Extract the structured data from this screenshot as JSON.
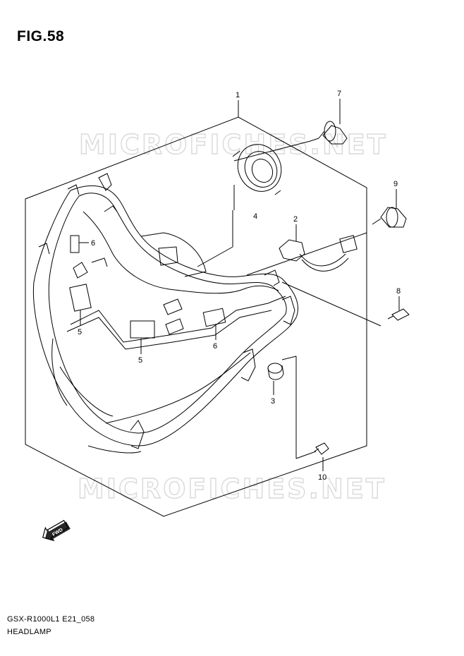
{
  "figure": {
    "title": "FIG.58",
    "model_code": "GSX-R1000L1  E21_058",
    "part_group": "HEADLAMP"
  },
  "watermark": {
    "text": "MICROFICHES.NET"
  },
  "callouts": [
    {
      "id": "callout-1",
      "label": "1"
    },
    {
      "id": "callout-2",
      "label": "2"
    },
    {
      "id": "callout-3",
      "label": "3"
    },
    {
      "id": "callout-4",
      "label": "4"
    },
    {
      "id": "callout-5a",
      "label": "5"
    },
    {
      "id": "callout-5b",
      "label": "5"
    },
    {
      "id": "callout-6a",
      "label": "6"
    },
    {
      "id": "callout-6b",
      "label": "6"
    },
    {
      "id": "callout-7",
      "label": "7"
    },
    {
      "id": "callout-8",
      "label": "8"
    },
    {
      "id": "callout-9",
      "label": "9"
    },
    {
      "id": "callout-10",
      "label": "10"
    }
  ],
  "direction_marker": {
    "label": "FWD",
    "icon": "forward-arrow-icon"
  }
}
